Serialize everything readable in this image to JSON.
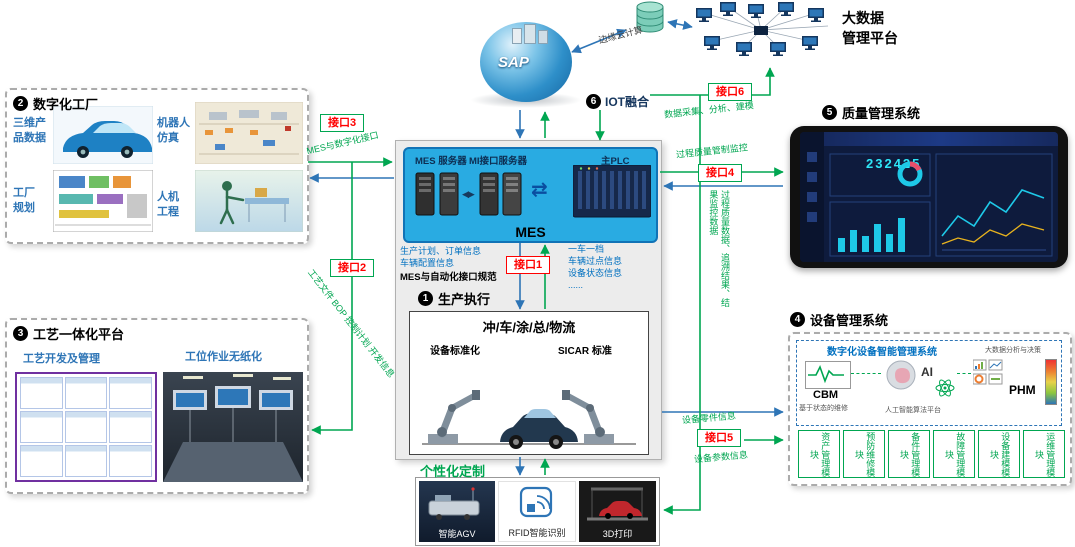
{
  "top": {
    "sap_label": "SAP",
    "edge_cloud": "边缘云计算",
    "bigdata_line1": "大数据",
    "bigdata_line2": "管理平台",
    "iot_num": "6",
    "iot_label": "IOT融合",
    "if6_label": "接口6",
    "if6_desc": "数据采集、分析、建模"
  },
  "digital_factory": {
    "num": "2",
    "title": "数字化工厂",
    "label1": "三维产\n品数据",
    "label2": "机器人\n仿真",
    "label3": "工厂\n规划",
    "label4": "人机\n工程"
  },
  "process_platform": {
    "num": "3",
    "title": "工艺一体化平台",
    "sub1": "工艺开发及管理",
    "sub2": "工位作业无纸化"
  },
  "interfaces": {
    "if1": "接口1",
    "if2": "接口2",
    "if2_desc": "工艺文件\nBOP\n控制计划\n开发信息",
    "if3": "接口3",
    "if3_desc": "MES与数字化接口",
    "if4": "接口4",
    "if4_top": "过程质量管制监控",
    "if4_side": "过程质量数据、追溯结果、结果监控数据",
    "if5": "接口5",
    "if5_top": "设备零件信息",
    "if5_bottom": "设备参数信息"
  },
  "mes": {
    "server1": "MES 服务器",
    "server2": "MI接口服务器",
    "plc": "主PLC",
    "label": "MES",
    "left_info": "生产计划、订单信息\n车辆配置信息",
    "spec": "MES与自动化接口规范",
    "right_info": "一车一档\n车辆过点信息\n设备状态信息\n......",
    "exec_num": "1",
    "exec_title": "生产执行",
    "prod_title": "冲/车/涂/总/物流",
    "prod_left": "设备标准化",
    "prod_right": "SICAR 标准"
  },
  "custom": {
    "title": "个性化定制",
    "item1": "智能AGV",
    "item2": "RFID智能识别",
    "item3": "3D打印"
  },
  "quality": {
    "num": "5",
    "title": "质量管理系统",
    "dashboard_number": "232425"
  },
  "equipment": {
    "num": "4",
    "title": "设备管理系统",
    "inner_title": "数字化设备智能管理系统",
    "cbm": "CBM",
    "cbm_desc": "基于状态的维修",
    "ai": "AI",
    "ai_desc": "人工智能算法平台",
    "phm": "PHM",
    "bigdata_desc": "大数据分析与决策",
    "modules": [
      "资产管理模块",
      "预防维修模块",
      "备件管理模块",
      "故障管理模块",
      "设备建模模块",
      "运维管理模块"
    ]
  }
}
